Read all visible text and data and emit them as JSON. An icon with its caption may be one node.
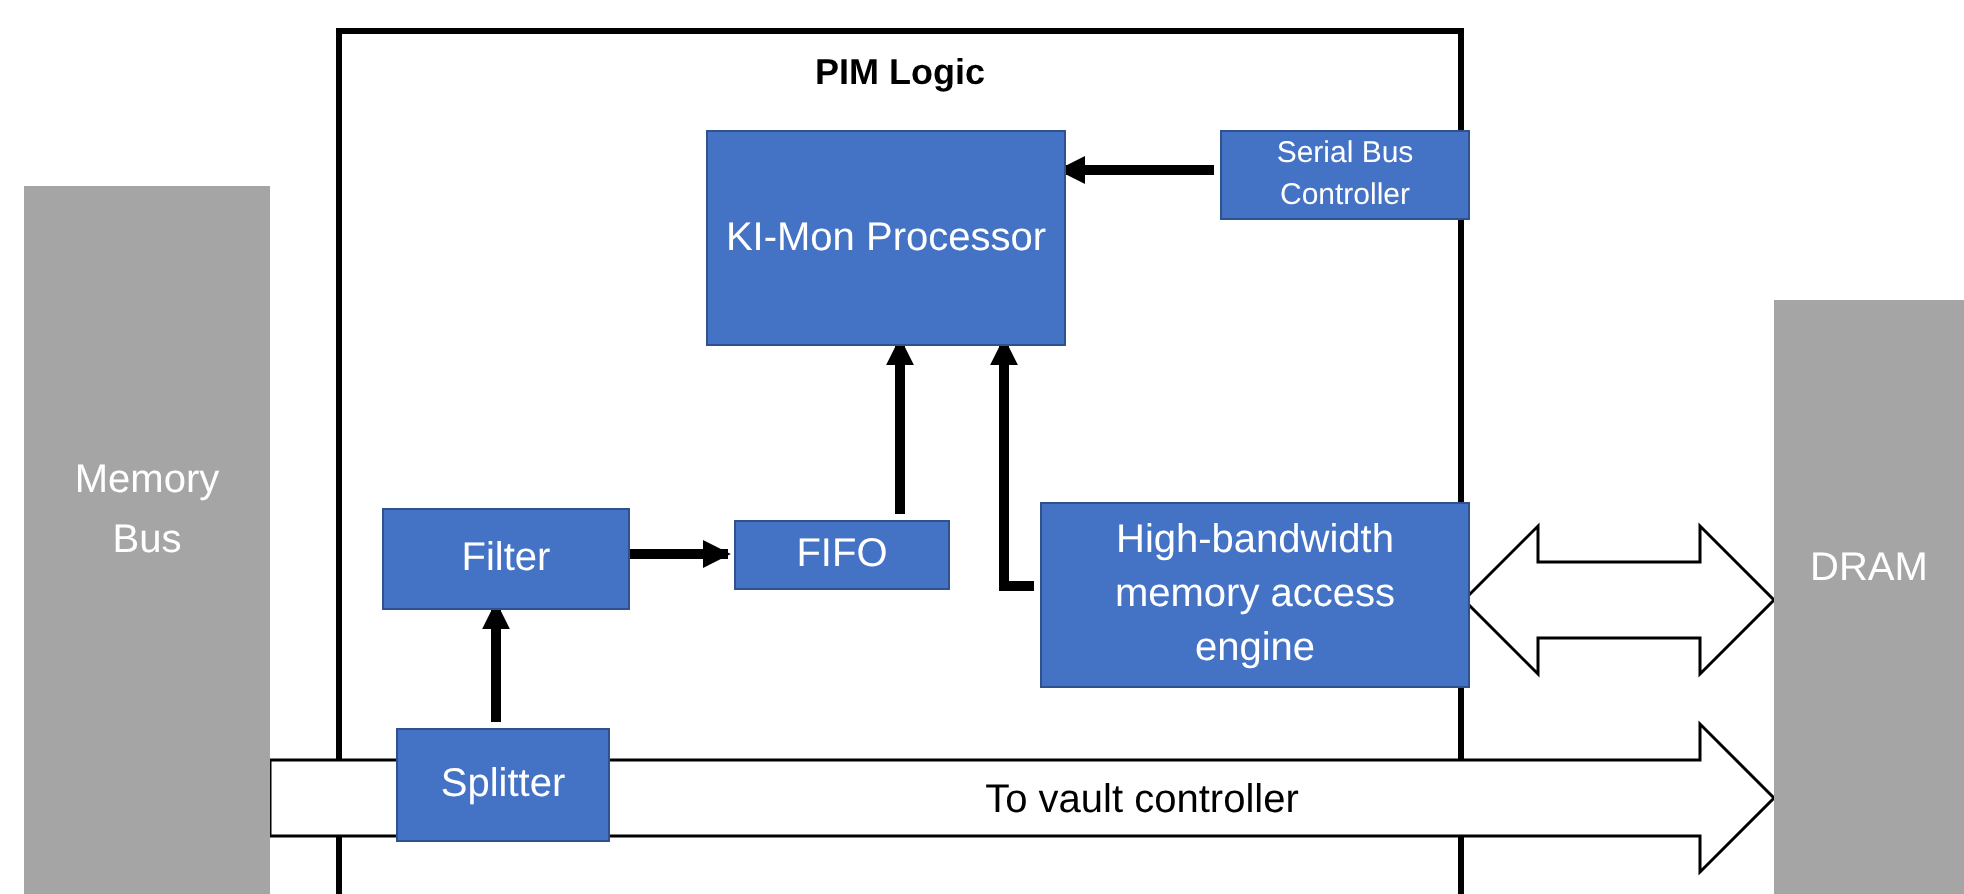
{
  "diagram": {
    "nodes": [
      {
        "text": [
          "Memory Bus"
        ]
      },
      {
        "text": [
          "PIM Logic"
        ]
      },
      {
        "text": [
          "KI-Mon Processor"
        ],
        "in": 1
      },
      {
        "text": [
          "Serial Bus Controller"
        ],
        "in": 1
      },
      {
        "text": [
          "Filter"
        ],
        "in": 1
      },
      {
        "text": [
          "FIFO"
        ],
        "in": 1
      },
      {
        "text": [
          "High-bandwidth memory access engine"
        ],
        "in": 1
      },
      {
        "text": [
          "Splitter"
        ],
        "in": 1
      },
      {
        "text": [
          "DRAM"
        ]
      }
    ],
    "edges": [
      {
        "from": 3,
        "to": 2,
        "arrow": "to"
      },
      {
        "from": 4,
        "to": 5,
        "arrow": "to"
      },
      {
        "from": 5,
        "to": 2,
        "arrow": "to"
      },
      {
        "from": 6,
        "to": 2,
        "arrow": "to"
      },
      {
        "from": 7,
        "to": 4,
        "arrow": "to"
      },
      {
        "from": 6,
        "to": 8,
        "arrow": "both",
        "style": "thick"
      },
      {
        "from": 0,
        "to": 8,
        "arrow": "to",
        "style": "thick",
        "label": "To vault controller"
      }
    ]
  }
}
